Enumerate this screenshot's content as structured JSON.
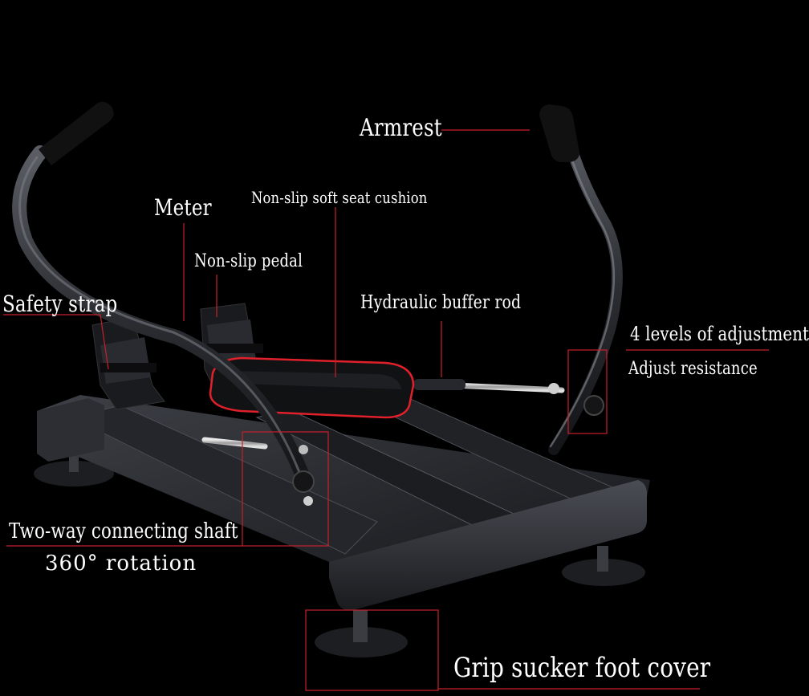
{
  "labels": {
    "armrest": "Armrest",
    "meter": "Meter",
    "seat_cushion": "Non-slip soft seat cushion",
    "pedal": "Non-slip pedal",
    "safety_strap": "Safety strap",
    "buffer_rod": "Hydraulic buffer rod",
    "adjustment_levels": "4 levels of adjustment",
    "adjust_resistance": "Adjust resistance",
    "connecting_shaft": "Two-way connecting shaft",
    "rotation": "360°  rotation",
    "foot_cover": "Grip sucker foot cover"
  },
  "colors": {
    "background": "#000000",
    "callout_line": "#c8202a",
    "frame": "#2a2c31",
    "seat_trim": "#e0202a",
    "label_text": "#ffffff"
  }
}
